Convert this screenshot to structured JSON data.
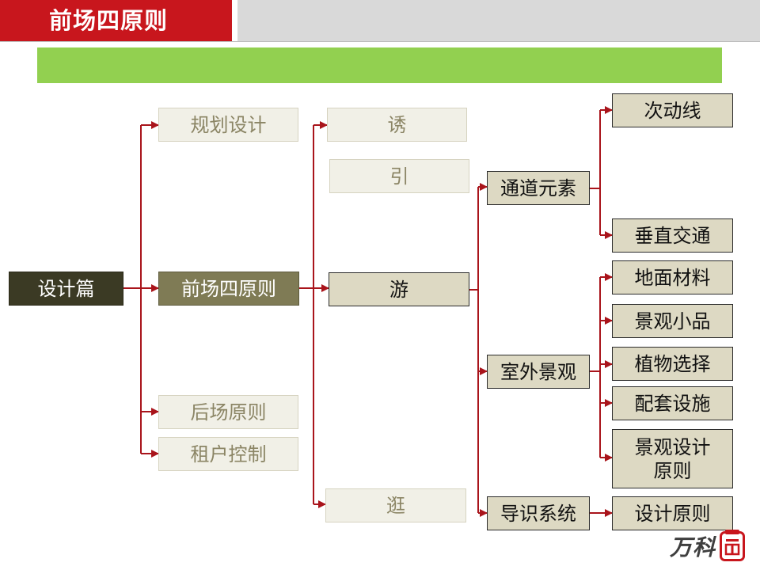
{
  "header": {
    "title": "前场四原则"
  },
  "nodes": {
    "design": "设计篇",
    "front_four": "前场四原则",
    "planning": "规划设计",
    "back_principle": "后场原则",
    "tenant_control": "租户控制",
    "lure": "诱",
    "guide": "引",
    "tour": "游",
    "stroll": "逛",
    "passage_elements": "通道元素",
    "outdoor_landscape": "室外景观",
    "wayfinding_system": "导识系统",
    "secondary_path": "次动线",
    "vertical_traffic": "垂直交通",
    "ground_material": "地面材料",
    "landscape_pieces": "景观小品",
    "plant_selection": "植物选择",
    "facilities": "配套设施",
    "landscape_design_principle": "景观设计\n原则",
    "design_principle": "设计原则"
  },
  "logo": {
    "text": "万科"
  },
  "colors": {
    "header_red": "#c8161d",
    "header_grey": "#d9d9d9",
    "band_green": "#92d050",
    "connector_red": "#a9141b",
    "node_dark": "#3b3a24",
    "node_olive": "#7f7b55",
    "node_mid": "#ddd9c3",
    "node_faded": "#f1f0e7"
  }
}
